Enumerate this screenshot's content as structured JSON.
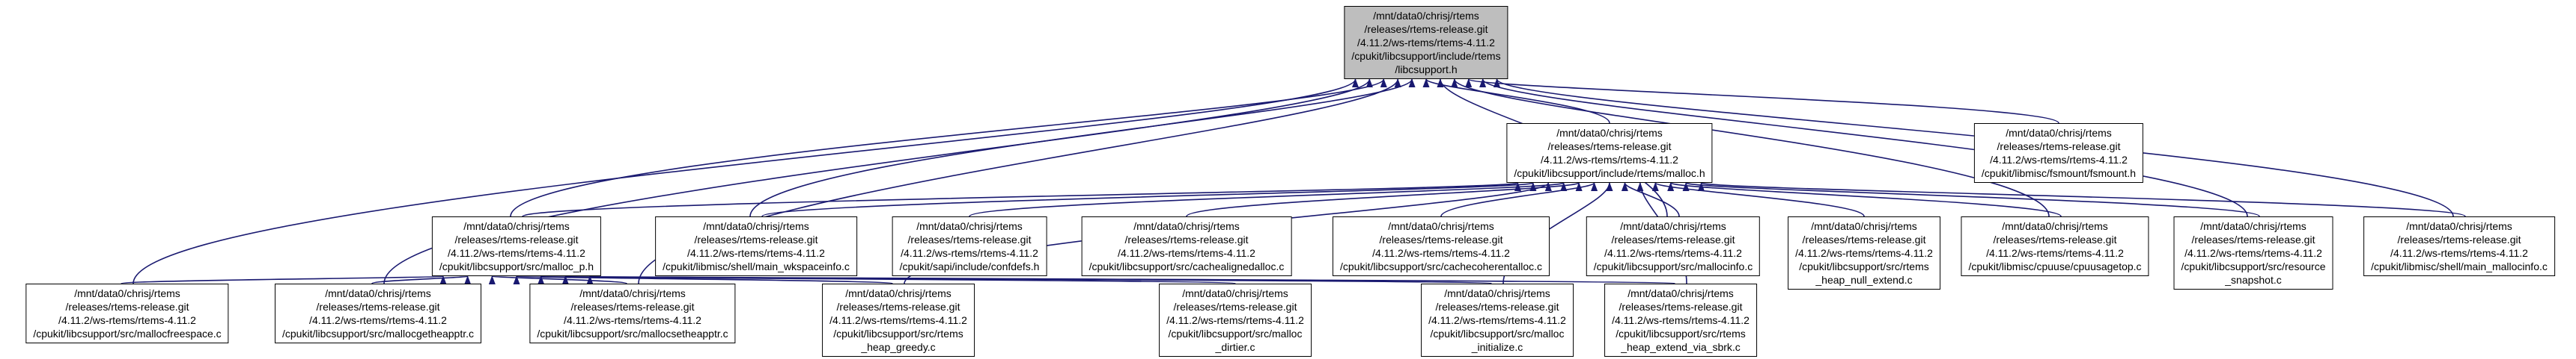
{
  "graph": {
    "colors": {
      "background": "#ffffff",
      "node_fill": "#ffffff",
      "node_border": "#000000",
      "root_node_fill": "#bebebe",
      "edge": "#191970",
      "text": "#000000"
    },
    "root_id": "libcsupport_h",
    "nodes": [
      {
        "id": "libcsupport_h",
        "lines": [
          "/mnt/data0/chrisj/rtems",
          "/releases/rtems-release.git",
          "/4.11.2/ws-rtems/rtems-4.11.2",
          "/cpukit/libcsupport/include/rtems",
          "/libcsupport.h"
        ]
      },
      {
        "id": "malloc_h",
        "lines": [
          "/mnt/data0/chrisj/rtems",
          "/releases/rtems-release.git",
          "/4.11.2/ws-rtems/rtems-4.11.2",
          "/cpukit/libcsupport/include/rtems/malloc.h"
        ]
      },
      {
        "id": "fsmount_h",
        "lines": [
          "/mnt/data0/chrisj/rtems",
          "/releases/rtems-release.git",
          "/4.11.2/ws-rtems/rtems-4.11.2",
          "/cpukit/libmisc/fsmount/fsmount.h"
        ]
      },
      {
        "id": "malloc_p_h",
        "lines": [
          "/mnt/data0/chrisj/rtems",
          "/releases/rtems-release.git",
          "/4.11.2/ws-rtems/rtems-4.11.2",
          "/cpukit/libcsupport/src/malloc_p.h"
        ]
      },
      {
        "id": "main_wkspaceinfo_c",
        "lines": [
          "/mnt/data0/chrisj/rtems",
          "/releases/rtems-release.git",
          "/4.11.2/ws-rtems/rtems-4.11.2",
          "/cpukit/libmisc/shell/main_wkspaceinfo.c"
        ]
      },
      {
        "id": "confdefs_h",
        "lines": [
          "/mnt/data0/chrisj/rtems",
          "/releases/rtems-release.git",
          "/4.11.2/ws-rtems/rtems-4.11.2",
          "/cpukit/sapi/include/confdefs.h"
        ]
      },
      {
        "id": "cachealignedalloc_c",
        "lines": [
          "/mnt/data0/chrisj/rtems",
          "/releases/rtems-release.git",
          "/4.11.2/ws-rtems/rtems-4.11.2",
          "/cpukit/libcsupport/src/cachealignedalloc.c"
        ]
      },
      {
        "id": "cachecoherentalloc_c",
        "lines": [
          "/mnt/data0/chrisj/rtems",
          "/releases/rtems-release.git",
          "/4.11.2/ws-rtems/rtems-4.11.2",
          "/cpukit/libcsupport/src/cachecoherentalloc.c"
        ]
      },
      {
        "id": "mallocinfo_c",
        "lines": [
          "/mnt/data0/chrisj/rtems",
          "/releases/rtems-release.git",
          "/4.11.2/ws-rtems/rtems-4.11.2",
          "/cpukit/libcsupport/src/mallocinfo.c"
        ]
      },
      {
        "id": "rtems_heap_null_extend_c",
        "lines": [
          "/mnt/data0/chrisj/rtems",
          "/releases/rtems-release.git",
          "/4.11.2/ws-rtems/rtems-4.11.2",
          "/cpukit/libcsupport/src/rtems",
          "_heap_null_extend.c"
        ]
      },
      {
        "id": "cpuusagetop_c",
        "lines": [
          "/mnt/data0/chrisj/rtems",
          "/releases/rtems-release.git",
          "/4.11.2/ws-rtems/rtems-4.11.2",
          "/cpukit/libmisc/cpuuse/cpuusagetop.c"
        ]
      },
      {
        "id": "resource_snapshot_c",
        "lines": [
          "/mnt/data0/chrisj/rtems",
          "/releases/rtems-release.git",
          "/4.11.2/ws-rtems/rtems-4.11.2",
          "/cpukit/libcsupport/src/resource",
          "_snapshot.c"
        ]
      },
      {
        "id": "main_mallocinfo_c",
        "lines": [
          "/mnt/data0/chrisj/rtems",
          "/releases/rtems-release.git",
          "/4.11.2/ws-rtems/rtems-4.11.2",
          "/cpukit/libmisc/shell/main_mallocinfo.c"
        ]
      },
      {
        "id": "mallocfreespace_c",
        "lines": [
          "/mnt/data0/chrisj/rtems",
          "/releases/rtems-release.git",
          "/4.11.2/ws-rtems/rtems-4.11.2",
          "/cpukit/libcsupport/src/mallocfreespace.c"
        ]
      },
      {
        "id": "mallocgetheapptr_c",
        "lines": [
          "/mnt/data0/chrisj/rtems",
          "/releases/rtems-release.git",
          "/4.11.2/ws-rtems/rtems-4.11.2",
          "/cpukit/libcsupport/src/mallocgetheapptr.c"
        ]
      },
      {
        "id": "mallocsetheapptr_c",
        "lines": [
          "/mnt/data0/chrisj/rtems",
          "/releases/rtems-release.git",
          "/4.11.2/ws-rtems/rtems-4.11.2",
          "/cpukit/libcsupport/src/mallocsetheapptr.c"
        ]
      },
      {
        "id": "rtems_heap_greedy_c",
        "lines": [
          "/mnt/data0/chrisj/rtems",
          "/releases/rtems-release.git",
          "/4.11.2/ws-rtems/rtems-4.11.2",
          "/cpukit/libcsupport/src/rtems",
          "_heap_greedy.c"
        ]
      },
      {
        "id": "malloc_dirtier_c",
        "lines": [
          "/mnt/data0/chrisj/rtems",
          "/releases/rtems-release.git",
          "/4.11.2/ws-rtems/rtems-4.11.2",
          "/cpukit/libcsupport/src/malloc",
          "_dirtier.c"
        ]
      },
      {
        "id": "malloc_initialize_c",
        "lines": [
          "/mnt/data0/chrisj/rtems",
          "/releases/rtems-release.git",
          "/4.11.2/ws-rtems/rtems-4.11.2",
          "/cpukit/libcsupport/src/malloc",
          "_initialize.c"
        ]
      },
      {
        "id": "rtems_heap_extend_via_sbrk_c",
        "lines": [
          "/mnt/data0/chrisj/rtems",
          "/releases/rtems-release.git",
          "/4.11.2/ws-rtems/rtems-4.11.2",
          "/cpukit/libcsupport/src/rtems",
          "_heap_extend_via_sbrk.c"
        ]
      }
    ],
    "edges": [
      {
        "from": "malloc_h",
        "to": "libcsupport_h"
      },
      {
        "from": "fsmount_h",
        "to": "libcsupport_h"
      },
      {
        "from": "malloc_p_h",
        "to": "libcsupport_h"
      },
      {
        "from": "main_wkspaceinfo_c",
        "to": "libcsupport_h"
      },
      {
        "from": "mallocfreespace_c",
        "to": "libcsupport_h"
      },
      {
        "from": "mallocgetheapptr_c",
        "to": "libcsupport_h"
      },
      {
        "from": "mallocsetheapptr_c",
        "to": "libcsupport_h"
      },
      {
        "from": "mallocinfo_c",
        "to": "libcsupport_h"
      },
      {
        "from": "cpuusagetop_c",
        "to": "libcsupport_h"
      },
      {
        "from": "resource_snapshot_c",
        "to": "libcsupport_h"
      },
      {
        "from": "main_mallocinfo_c",
        "to": "libcsupport_h"
      },
      {
        "from": "malloc_p_h",
        "to": "malloc_h"
      },
      {
        "from": "main_wkspaceinfo_c",
        "to": "malloc_h"
      },
      {
        "from": "confdefs_h",
        "to": "malloc_h"
      },
      {
        "from": "cachealignedalloc_c",
        "to": "malloc_h"
      },
      {
        "from": "cachecoherentalloc_c",
        "to": "malloc_h"
      },
      {
        "from": "mallocinfo_c",
        "to": "malloc_h"
      },
      {
        "from": "rtems_heap_null_extend_c",
        "to": "malloc_h"
      },
      {
        "from": "cpuusagetop_c",
        "to": "malloc_h"
      },
      {
        "from": "resource_snapshot_c",
        "to": "malloc_h"
      },
      {
        "from": "main_mallocinfo_c",
        "to": "malloc_h"
      },
      {
        "from": "rtems_heap_greedy_c",
        "to": "malloc_h"
      },
      {
        "from": "malloc_initialize_c",
        "to": "malloc_h"
      },
      {
        "from": "rtems_heap_extend_via_sbrk_c",
        "to": "malloc_h"
      },
      {
        "from": "mallocfreespace_c",
        "to": "malloc_p_h"
      },
      {
        "from": "mallocgetheapptr_c",
        "to": "malloc_p_h"
      },
      {
        "from": "mallocsetheapptr_c",
        "to": "malloc_p_h"
      },
      {
        "from": "rtems_heap_greedy_c",
        "to": "malloc_p_h"
      },
      {
        "from": "malloc_dirtier_c",
        "to": "malloc_p_h"
      },
      {
        "from": "malloc_initialize_c",
        "to": "malloc_p_h"
      },
      {
        "from": "rtems_heap_extend_via_sbrk_c",
        "to": "malloc_p_h"
      }
    ]
  }
}
